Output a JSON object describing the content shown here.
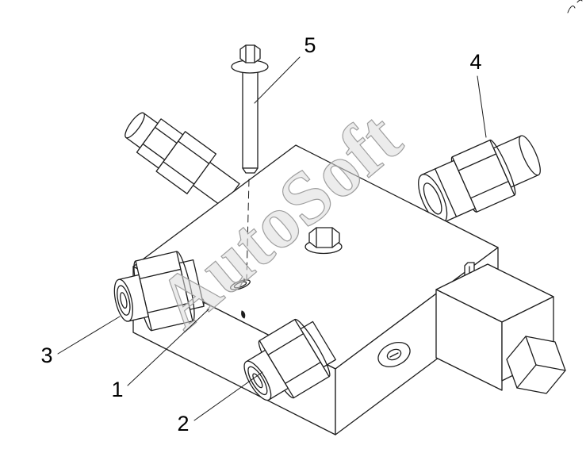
{
  "diagram": {
    "watermark": "AutoSoft",
    "callouts": [
      {
        "label": "1"
      },
      {
        "label": "2"
      },
      {
        "label": "3"
      },
      {
        "label": "4"
      },
      {
        "label": "5"
      }
    ],
    "colors": {
      "line": "#1d1d1d",
      "watermark": "#dcdcdc",
      "background": "#ffffff"
    }
  }
}
